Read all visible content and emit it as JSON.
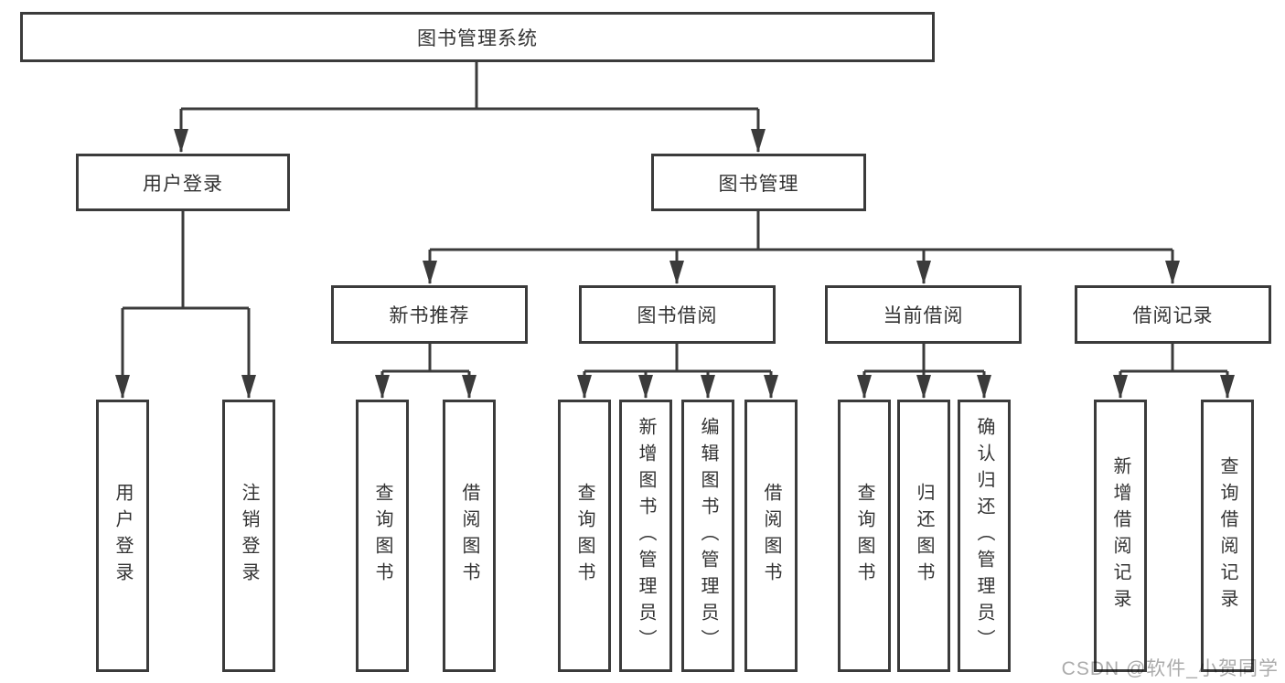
{
  "diagram_title": "图书管理系统",
  "tree": {
    "label": "图书管理系统",
    "children": [
      {
        "label": "用户登录",
        "children": [
          {
            "label": "用户登录"
          },
          {
            "label": "注销登录"
          }
        ]
      },
      {
        "label": "图书管理",
        "children": [
          {
            "label": "新书推荐",
            "children": [
              {
                "label": "查询图书"
              },
              {
                "label": "借阅图书"
              }
            ]
          },
          {
            "label": "图书借阅",
            "children": [
              {
                "label": "查询图书"
              },
              {
                "label": "新增图书（管理员）"
              },
              {
                "label": "编辑图书（管理员）"
              },
              {
                "label": "借阅图书"
              }
            ]
          },
          {
            "label": "当前借阅",
            "children": [
              {
                "label": "查询图书"
              },
              {
                "label": "归还图书"
              },
              {
                "label": "确认归还（管理员）"
              }
            ]
          },
          {
            "label": "借阅记录",
            "children": [
              {
                "label": "新增借阅记录"
              },
              {
                "label": "查询借阅记录"
              }
            ]
          }
        ]
      }
    ]
  },
  "watermark": {
    "text": "CSDN @软件_小贺同学"
  },
  "colors": {
    "background": "#ffffff",
    "line": "#3b3b3b",
    "box_border": "#3b3b3b",
    "box_fill": "#ffffff",
    "text": "#333333",
    "watermark": "#ababab"
  }
}
